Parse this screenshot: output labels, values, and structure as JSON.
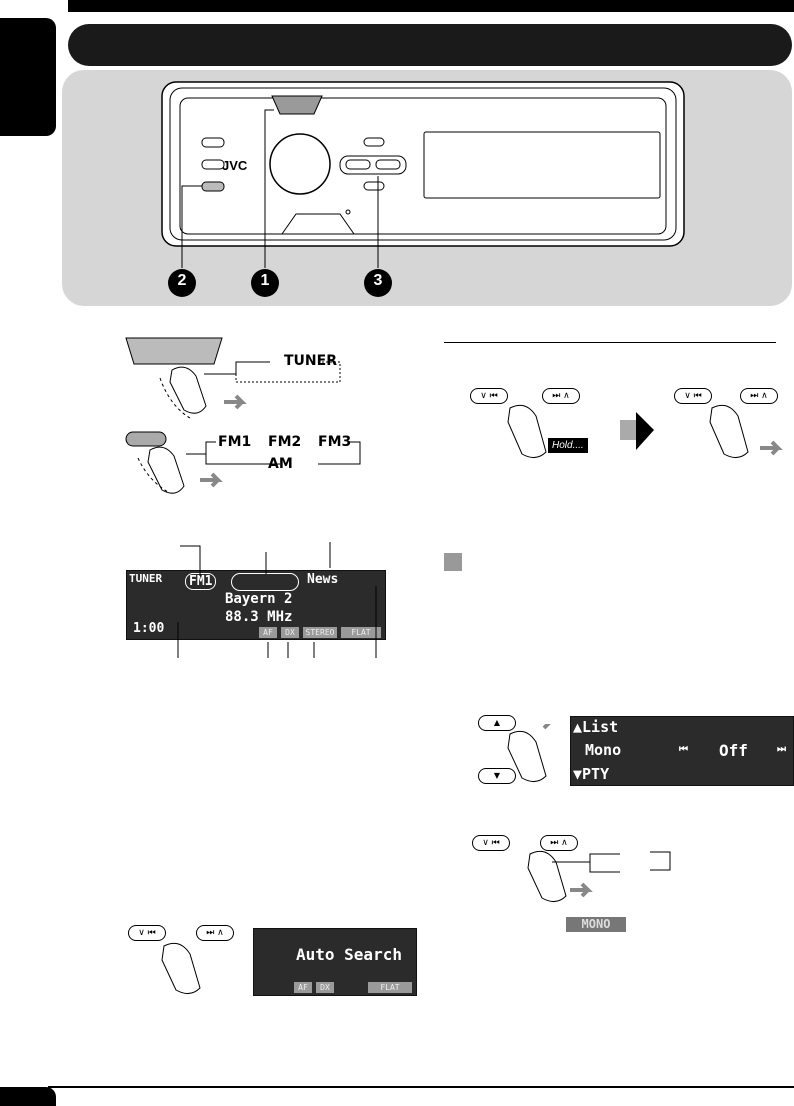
{
  "unit": {
    "brand": "JVC",
    "callout_numbers": [
      "2",
      "1",
      "3"
    ],
    "seek_button_left": "∨ ⏮",
    "seek_button_right": "⏭ ∧"
  },
  "source_flow": {
    "item": "TUNER"
  },
  "band_flow": {
    "items": [
      "FM1",
      "FM2",
      "FM3"
    ],
    "return_item": "AM"
  },
  "display_main": {
    "source": "TUNER",
    "band": "FM1",
    "pty": "News",
    "station": "Bayern 2",
    "frequency": "88.3 MHz",
    "clock": "1:00",
    "indicators": [
      "AF",
      "DX",
      "STEREO",
      "FLAT"
    ]
  },
  "hold_label": "Hold....",
  "menu_display": {
    "items": [
      "List",
      "Mono",
      "PTY"
    ],
    "selected_value": "Off"
  },
  "auto_search_display": {
    "text": "Auto Search",
    "indicators": [
      "AF",
      "DX",
      "FLAT"
    ]
  },
  "mono_indicator": "MONO"
}
